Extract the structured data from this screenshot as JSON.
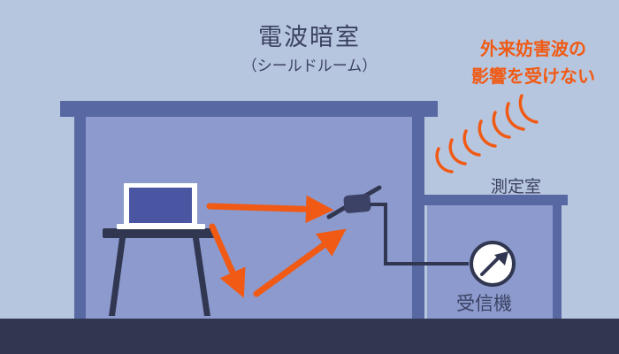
{
  "labels": {
    "title": "電波暗室",
    "subtitle": "（シールドルーム）",
    "interference_line1": "外来妨害波の",
    "interference_line2": "影響を受けない",
    "measurement_room": "測定室",
    "receiver": "受信機"
  },
  "colors": {
    "background": "#b7c6df",
    "wall": "#5768a3",
    "room_interior": "#8c9acd",
    "floor": "#313651",
    "arrow": "#f05a14",
    "text": "#3b4262"
  },
  "icons": {
    "laptop": "laptop-icon",
    "antenna": "antenna-icon",
    "receiver_dial": "gauge-icon"
  }
}
